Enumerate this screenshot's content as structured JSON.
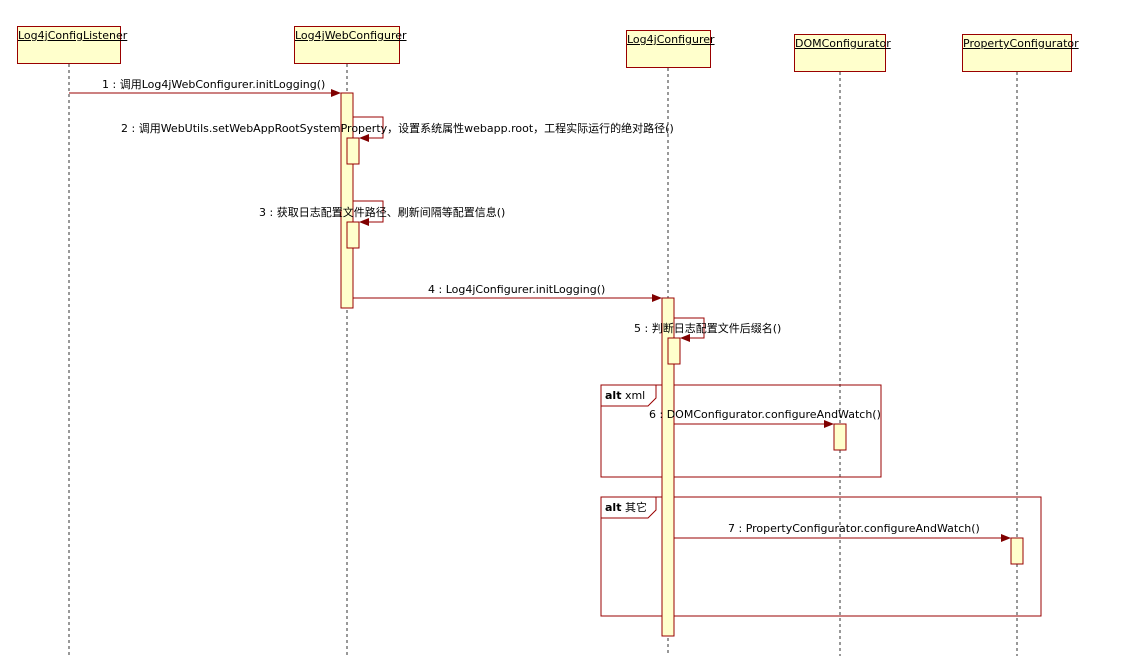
{
  "lifelines": [
    {
      "name": "Log4jConfigListener"
    },
    {
      "name": "Log4jWebConfigurer"
    },
    {
      "name": "Log4jConfigurer"
    },
    {
      "name": "DOMConfigurator"
    },
    {
      "name": "PropertyConfigurator"
    }
  ],
  "messages": [
    {
      "label": "1 : 调用Log4jWebConfigurer.initLogging()"
    },
    {
      "label": "2 : 调用WebUtils.setWebAppRootSystemProperty，设置系统属性webapp.root，工程实际运行的绝对路径()"
    },
    {
      "label": "3 : 获取日志配置文件路径、刷新间隔等配置信息()"
    },
    {
      "label": "4 : Log4jConfigurer.initLogging()"
    },
    {
      "label": "5 : 判断日志配置文件后缀名()"
    },
    {
      "label": "6 : DOMConfigurator.configureAndWatch()"
    },
    {
      "label": "7 : PropertyConfigurator.configureAndWatch()"
    }
  ],
  "fragments": [
    {
      "keyword": "alt",
      "guard": "xml"
    },
    {
      "keyword": "alt",
      "guard": "其它"
    }
  ],
  "colors": {
    "box_fill": "#ffffcc",
    "box_border": "#990000",
    "line": "#990000",
    "lifeline_dash": "#333333",
    "frame": "#990000"
  }
}
